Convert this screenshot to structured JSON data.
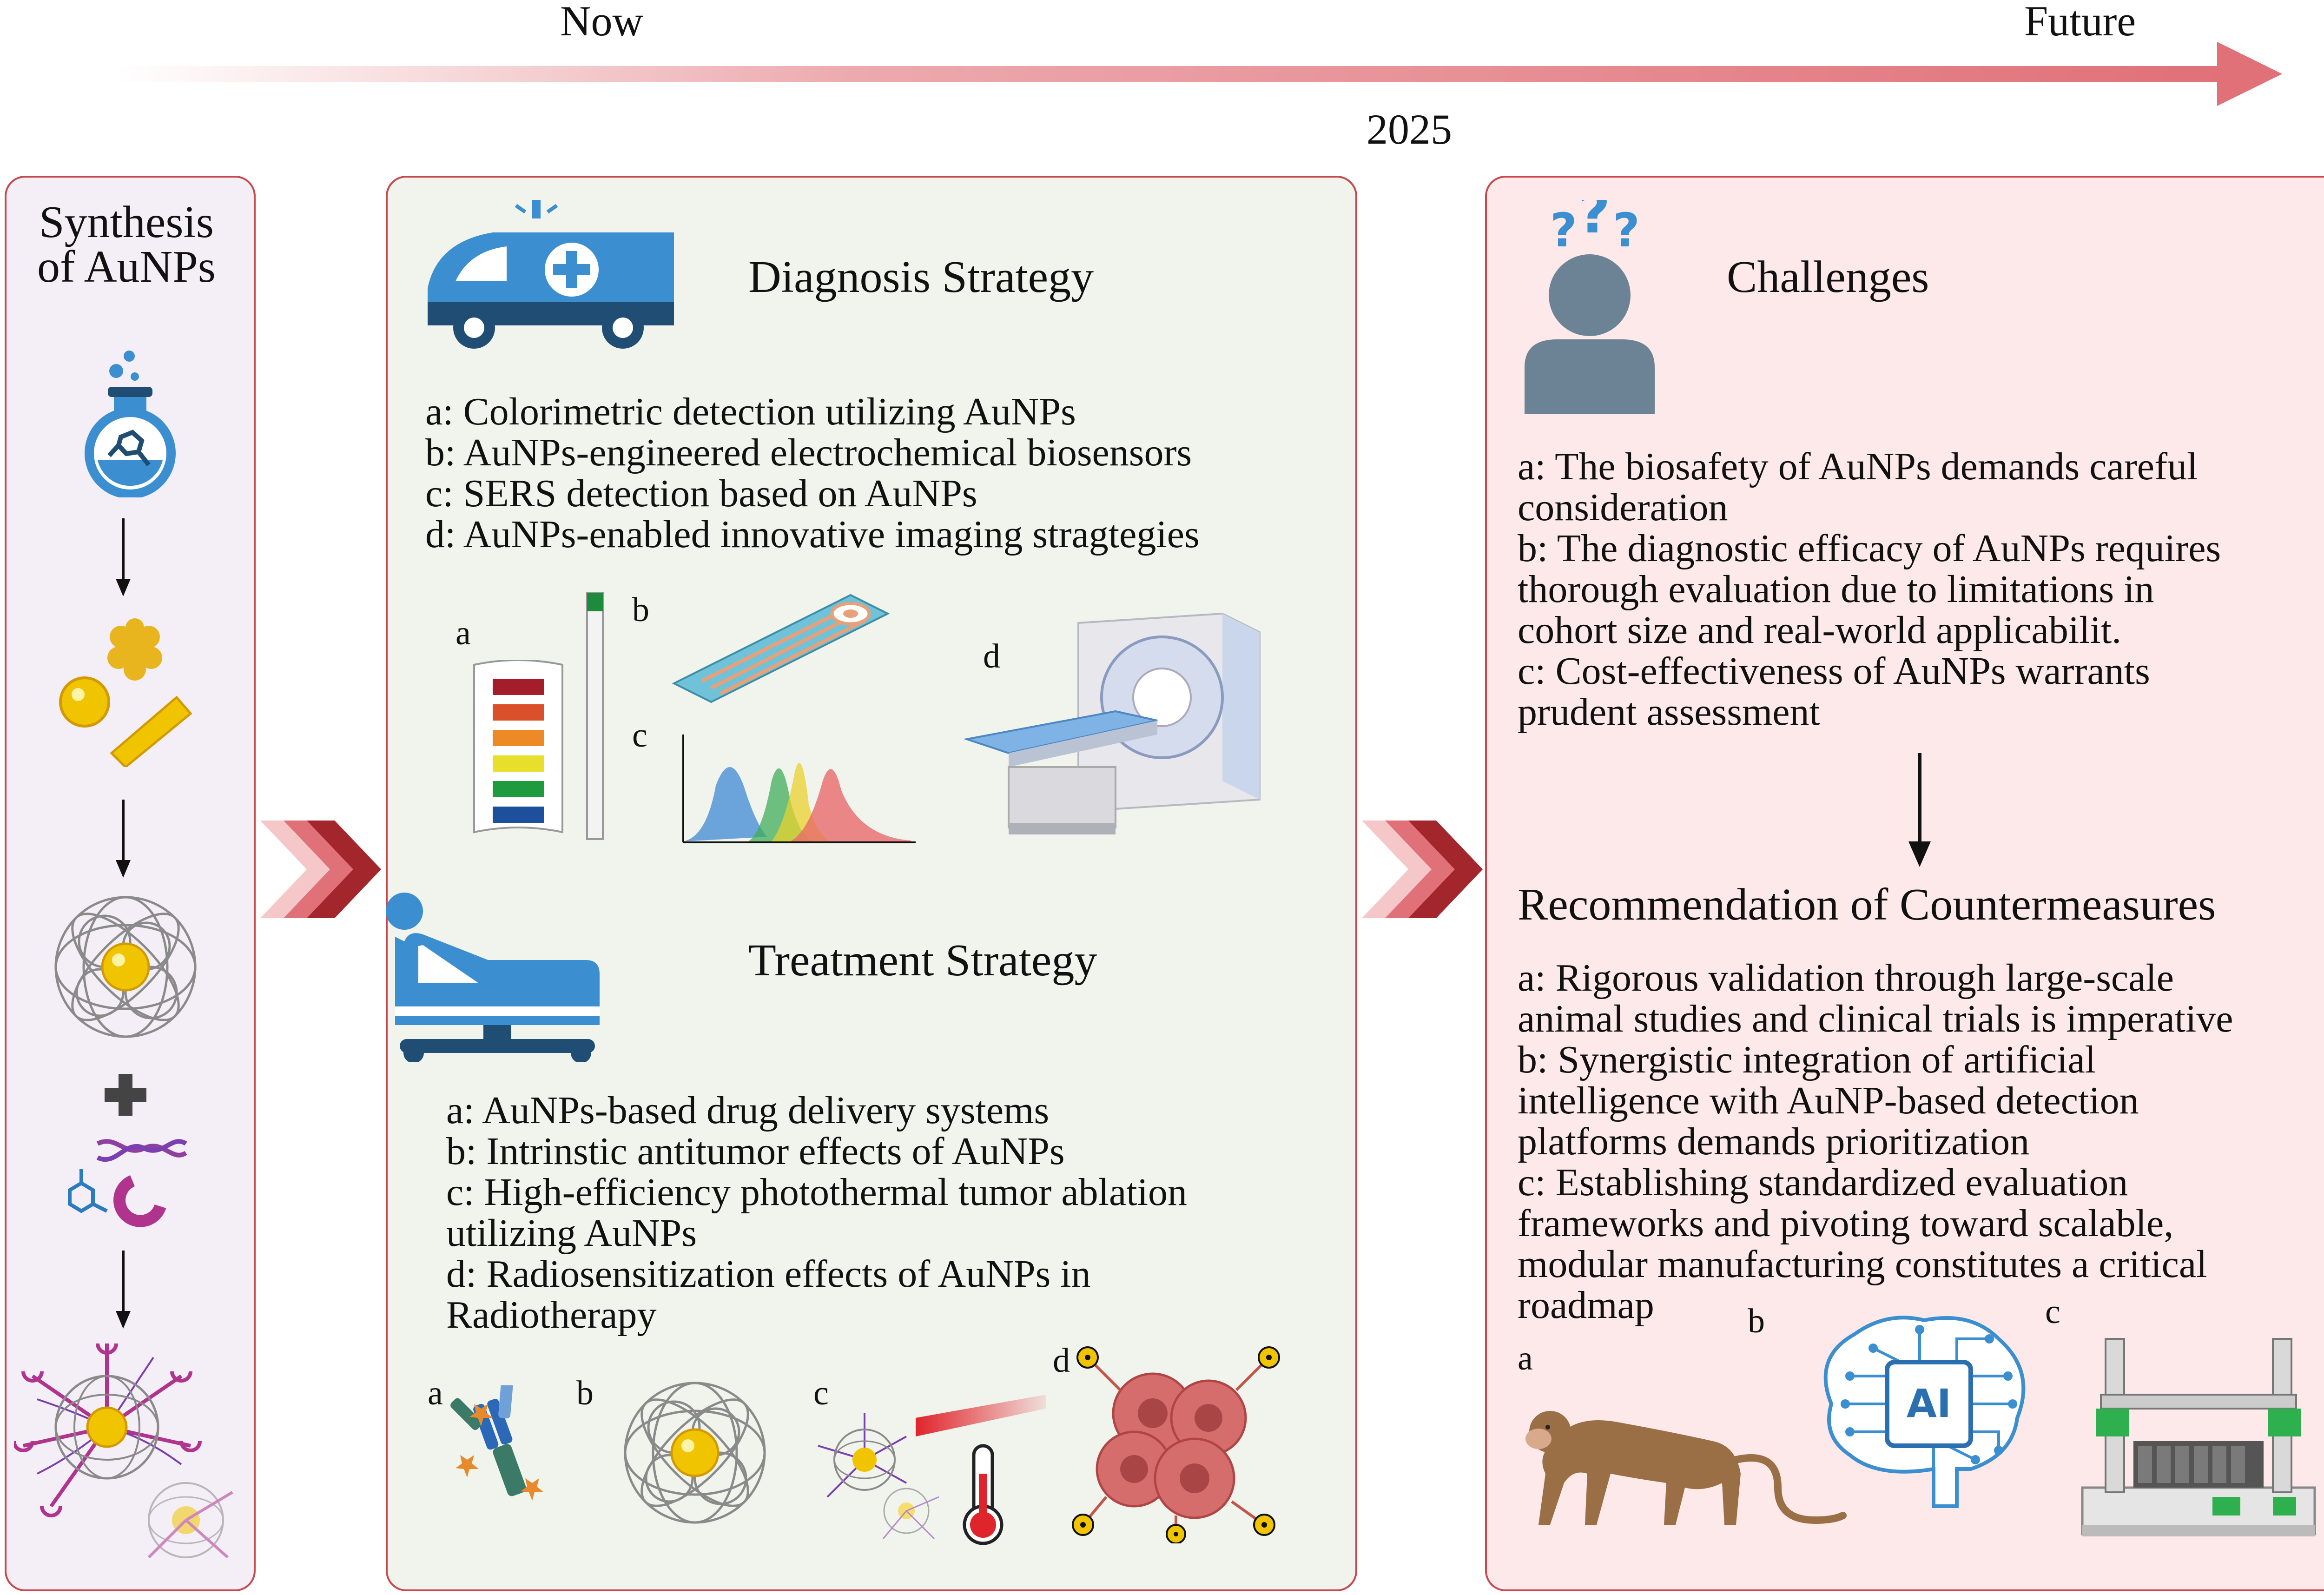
{
  "timeline": {
    "start_label": "Now",
    "end_label": "Future",
    "year_label": "2025"
  },
  "synthesis": {
    "title_line1": "Synthesis",
    "title_line2": "of AuNPs"
  },
  "diagnosis": {
    "title": "Diagnosis Strategy",
    "items": [
      "a: Colorimetric detection utilizing AuNPs",
      "b: AuNPs-engineered electrochemical biosensors",
      "c: SERS detection based on AuNPs",
      "d: AuNPs-enabled innovative imaging  stragtegies"
    ],
    "figure_labels": [
      "a",
      "b",
      "c",
      "d"
    ]
  },
  "treatment": {
    "title": "Treatment Strategy",
    "items": [
      "a: AuNPs-based drug delivery systems",
      "b: Intrinstic antitumor effects of AuNPs",
      "c: High-efficiency photothermal tumor ablation",
      "utilizing AuNPs",
      "d: Radiosensitization effects of AuNPs in",
      "Radiotherapy"
    ],
    "figure_labels": [
      "a",
      "b",
      "c",
      "d"
    ]
  },
  "challenges": {
    "title": "Challenges",
    "items": [
      "a: The biosafety of AuNPs demands careful",
      "consideration",
      "b: The diagnostic efficacy of AuNPs requires",
      "thorough evaluation due to limitations in",
      "cohort size and real-world applicabilit.",
      "c: Cost-effectiveness of AuNPs warrants",
      "prudent assessment"
    ]
  },
  "countermeasures": {
    "title": "Recommendation of Countermeasures",
    "items": [
      "a: Rigorous validation through large-scale",
      "animal studies and clinical trials is imperative",
      "b: Synergistic integration of artificial",
      "intelligence with AuNP-based detection",
      "platforms demands prioritization",
      "c: Establishing standardized evaluation",
      "frameworks and pivoting toward scalable,",
      "modular manufacturing constitutes a critical",
      "roadmap"
    ],
    "figure_labels": [
      "a",
      "b",
      "c"
    ],
    "ai_chip_text": "AI"
  },
  "icon_labels": {
    "challenge_marks": "?",
    "thermometer": "thermometer-icon",
    "monkey": "monkey-icon"
  },
  "colors": {
    "panel_border": "#c9484d",
    "synthesis_bg": "#f4eef7",
    "strategy_bg": "#f1f3ed",
    "future_bg": "#fde9ea",
    "timeline_arrow": "#e07178",
    "chevron_dark": "#a3262c",
    "icon_blue": "#3b8fd0",
    "icon_navy": "#1f4d73",
    "gold": "#f1c400"
  }
}
